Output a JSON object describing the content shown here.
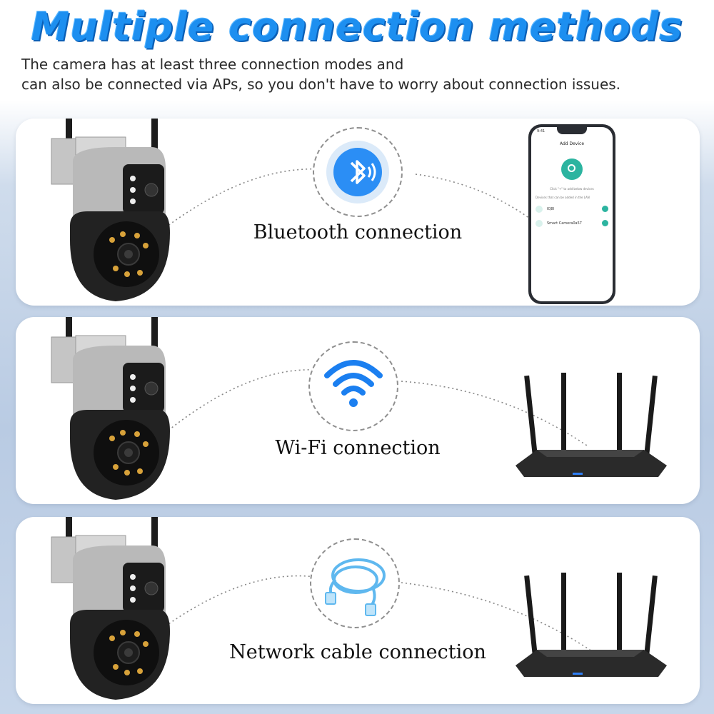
{
  "headline": "Multiple connection methods",
  "subtitle": {
    "line1": "The camera has at least three connection modes and",
    "line2": "can also be connected via APs, so you don't have to worry about connection issues."
  },
  "panels": [
    {
      "label": "Bluetooth connection",
      "icon": "bluetooth-icon",
      "device": "smartphone"
    },
    {
      "label": "Wi-Fi connection",
      "icon": "wifi-icon",
      "device": "router"
    },
    {
      "label": "Network cable connection",
      "icon": "ethernet-cable-icon",
      "device": "router"
    }
  ],
  "phone_screen": {
    "status_time": "9:41",
    "title": "Add Device",
    "hint": "Click \"+\" to add below devices",
    "lan_note": "Devices that can be added in the LAN",
    "items": [
      "IQ8I",
      "Smart Camera0a57"
    ]
  },
  "colors": {
    "headline": "#1d8ff0",
    "bluetooth_badge": "#2b8ef5",
    "wifi": "#1b7ff0",
    "cable": "#5fb8ef",
    "phone_accent": "#2cb4a0"
  }
}
